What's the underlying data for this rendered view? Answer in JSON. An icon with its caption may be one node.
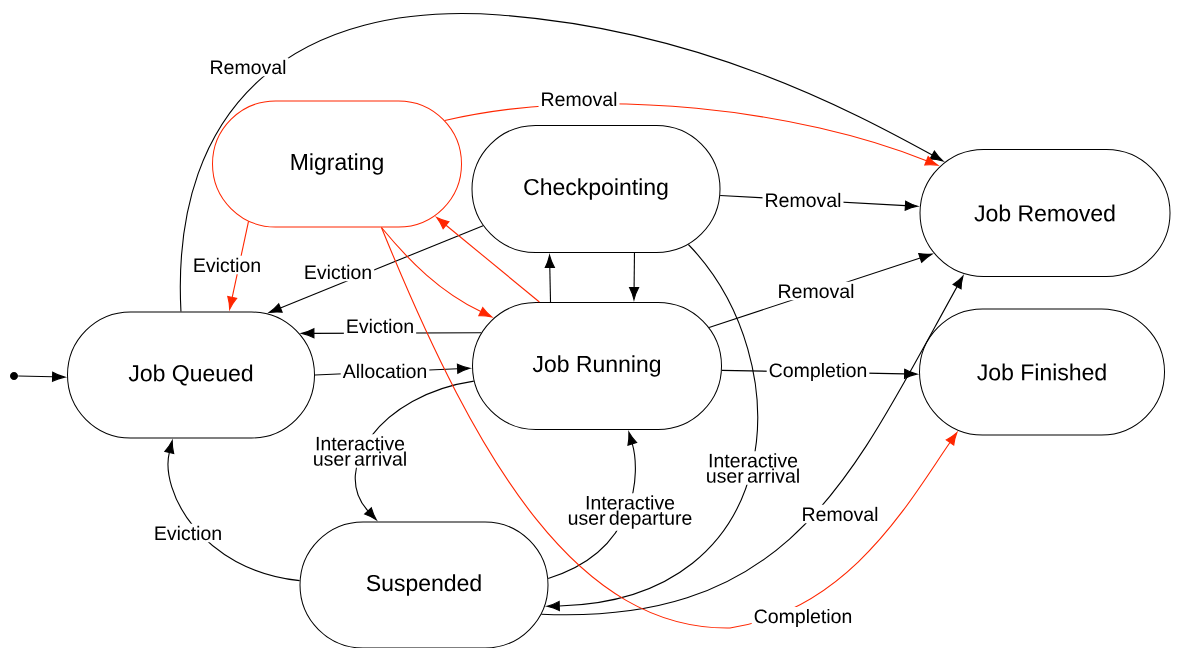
{
  "diagram": {
    "nodes": [
      {
        "text": [],
        "shape": "circle"
      },
      {
        "text": [
          "Migrating"
        ]
      },
      {
        "text": [
          "Checkpointing"
        ]
      },
      {
        "text": [
          "Job Removed"
        ]
      },
      {
        "text": [
          "Job Queued"
        ]
      },
      {
        "text": [
          "Job Running"
        ]
      },
      {
        "text": [
          "Job Finished"
        ]
      },
      {
        "text": [
          "Suspended"
        ]
      }
    ],
    "edges": [
      {
        "from": 0,
        "to": 4,
        "arrow": "to"
      },
      {
        "from": 4,
        "to": 3,
        "arrow": "to",
        "label": "Removal"
      },
      {
        "from": 1,
        "to": 3,
        "arrow": "to",
        "label": "Removal",
        "color": "#ff2600"
      },
      {
        "from": 2,
        "to": 3,
        "arrow": "to",
        "label": "Removal"
      },
      {
        "from": 5,
        "to": 3,
        "arrow": "to",
        "label": "Removal"
      },
      {
        "from": 7,
        "to": 3,
        "arrow": "to",
        "label": "Removal"
      },
      {
        "from": 1,
        "to": 4,
        "arrow": "to",
        "label": "Eviction",
        "color": "#ff2600"
      },
      {
        "from": 2,
        "to": 4,
        "arrow": "to",
        "label": "Eviction"
      },
      {
        "from": 5,
        "to": 4,
        "arrow": "to",
        "label": "Eviction"
      },
      {
        "from": 7,
        "to": 4,
        "arrow": "to",
        "label": "Eviction"
      },
      {
        "from": 4,
        "to": 5,
        "arrow": "to",
        "label": "Allocation"
      },
      {
        "from": 1,
        "to": 5,
        "arrow": "to",
        "color": "#ff2600"
      },
      {
        "from": 5,
        "to": 1,
        "arrow": "to",
        "color": "#ff2600"
      },
      {
        "from": 5,
        "to": 2,
        "arrow": "to"
      },
      {
        "from": 2,
        "to": 5,
        "arrow": "to"
      },
      {
        "from": 5,
        "to": 7,
        "arrow": "to",
        "label": "Interactive user arrival"
      },
      {
        "from": 7,
        "to": 5,
        "arrow": "to",
        "label": "Interactive user departure"
      },
      {
        "from": 2,
        "to": 7,
        "arrow": "to",
        "label": "Interactive user arrival"
      },
      {
        "from": 5,
        "to": 6,
        "arrow": "to",
        "label": "Completion"
      },
      {
        "from": 1,
        "to": 6,
        "arrow": "to",
        "label": "Completion",
        "color": "#ff2600"
      }
    ]
  }
}
